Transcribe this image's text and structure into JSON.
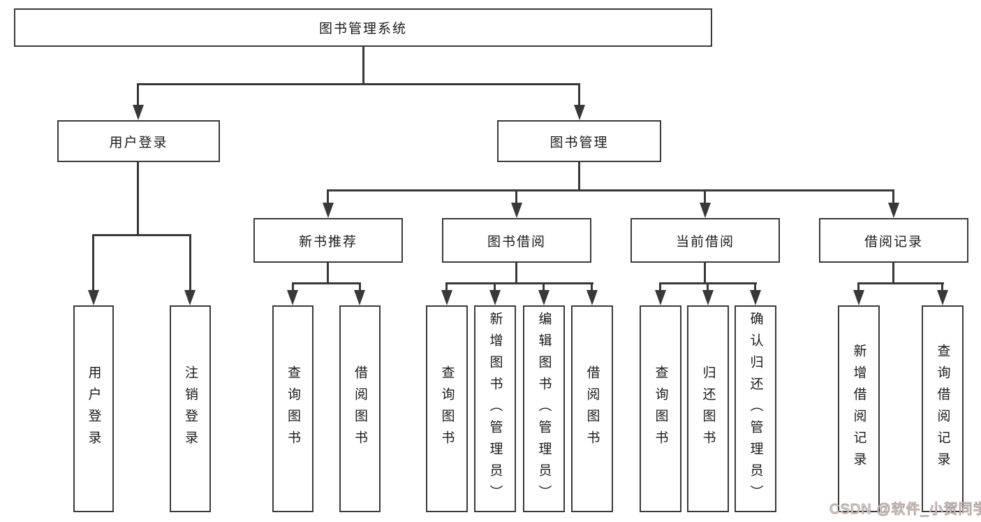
{
  "tree": {
    "root": "图书管理系统",
    "children": [
      {
        "label": "用户登录",
        "children": [
          "用户登录",
          "注销登录"
        ]
      },
      {
        "label": "图书管理",
        "children": [
          {
            "label": "新书推荐",
            "children": [
              "查询图书",
              "借阅图书"
            ]
          },
          {
            "label": "图书借阅",
            "children": [
              "查询图书",
              "新增图书（管理员）",
              "编辑图书（管理员）",
              "借阅图书"
            ]
          },
          {
            "label": "当前借阅",
            "children": [
              "查询图书",
              "归还图书",
              "确认归还（管理员）"
            ]
          },
          {
            "label": "借阅记录",
            "children": [
              "新增借阅记录",
              "查询借阅记录"
            ]
          }
        ]
      }
    ]
  },
  "watermark": {
    "text": "CSDN @软件_小贺同学"
  },
  "colors": {
    "line": "#383838",
    "border": "#3a3a3a",
    "text": "#1a1a1a",
    "watermark-fill": "#f1edeb",
    "watermark-stroke": "#ab9f9b",
    "bg": "#ffffff"
  }
}
